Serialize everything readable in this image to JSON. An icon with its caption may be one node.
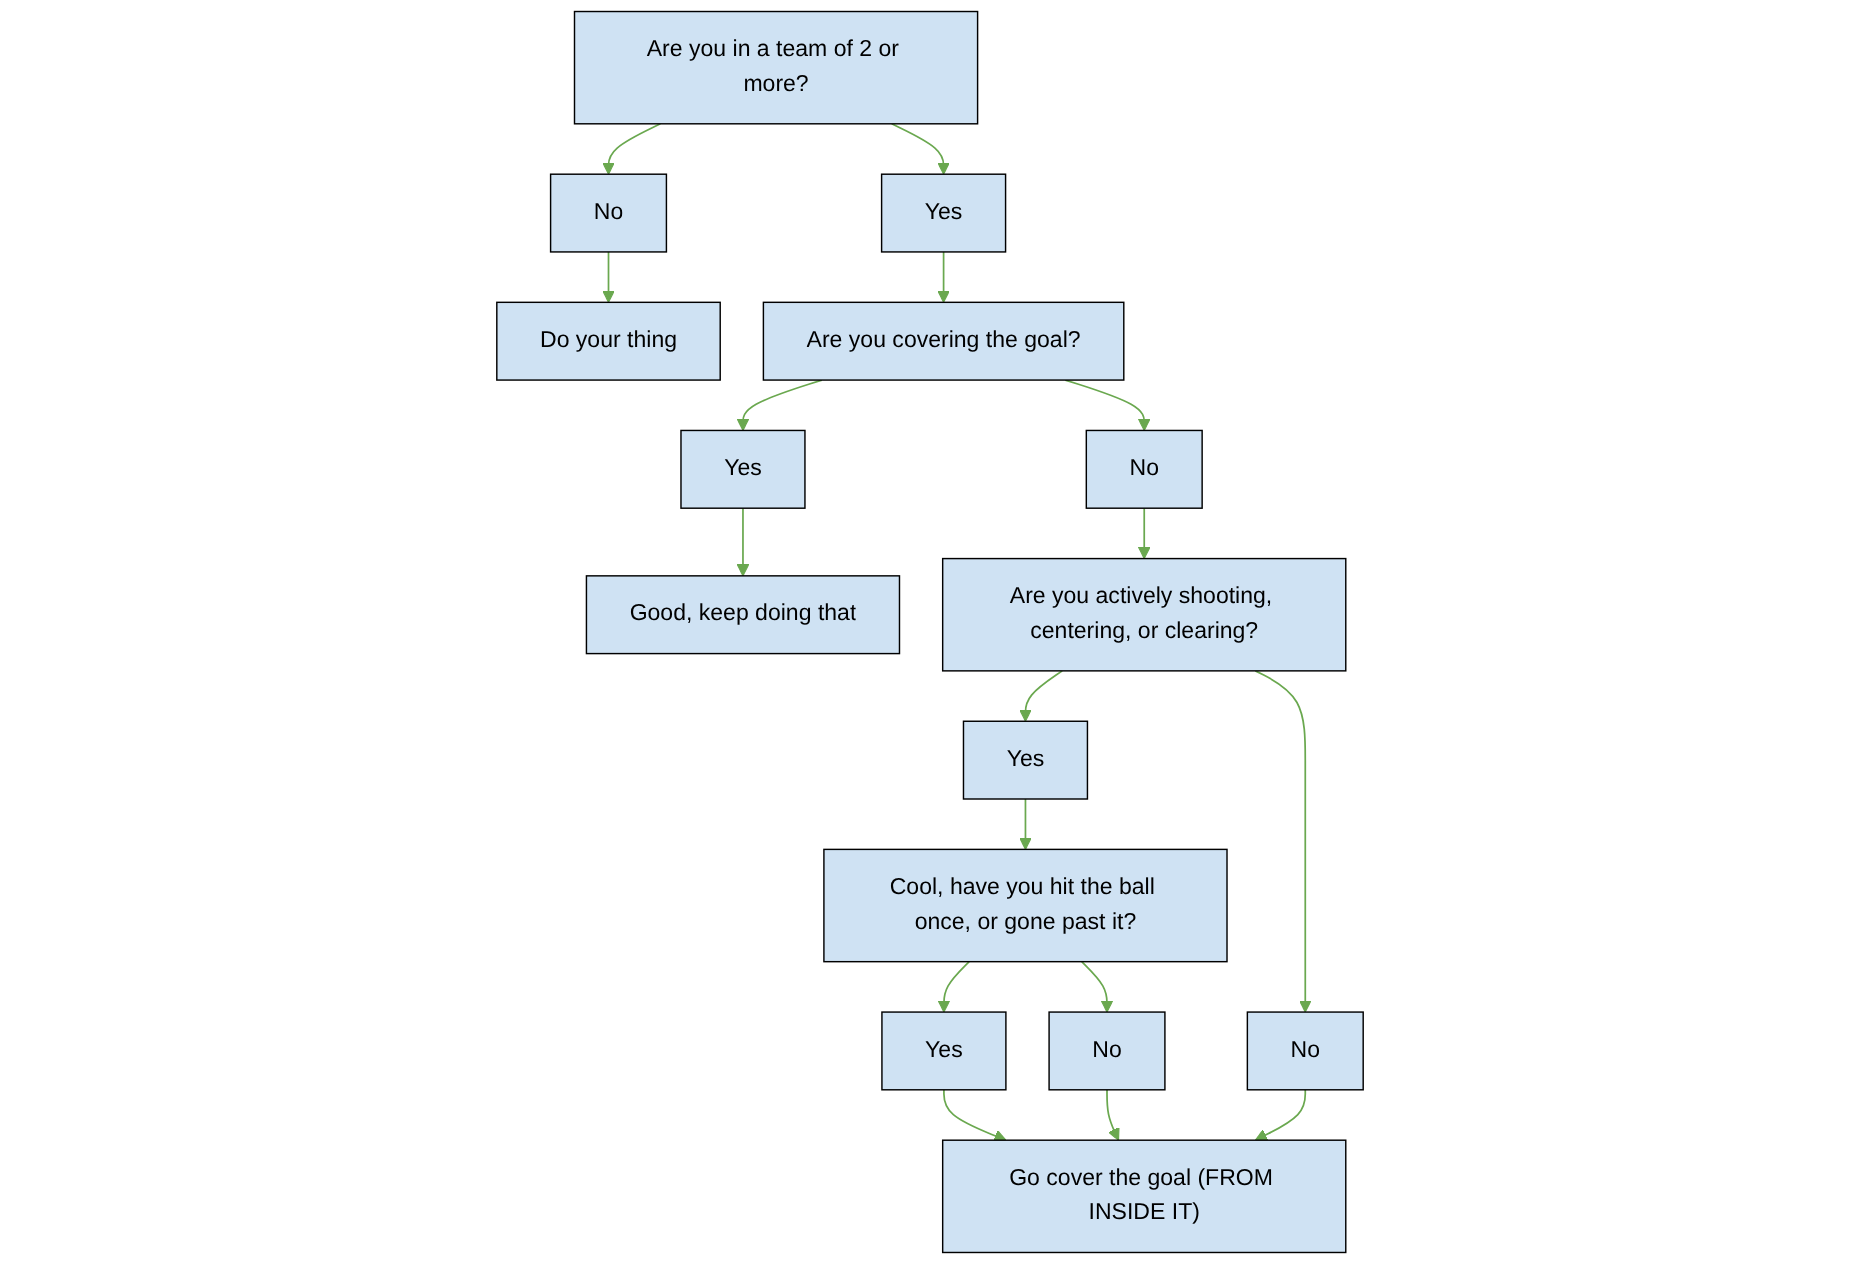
{
  "diagram": {
    "nodes": [
      {
        "text": [
          "Yes"
        ]
      },
      {
        "text": [
          "Are you in a team of 2 or more?"
        ]
      },
      {
        "text": [
          "No"
        ]
      },
      {
        "text": [
          "Do your thing"
        ]
      },
      {
        "text": [
          "Good, keep doing that"
        ]
      },
      {
        "text": [
          "Yes"
        ]
      },
      {
        "text": [
          "Are you covering the goal?"
        ]
      },
      {
        "text": [
          "No"
        ]
      },
      {
        "text": [
          "Yes"
        ]
      },
      {
        "text": [
          "Are you actively shooting, centering, or clearing?"
        ]
      },
      {
        "text": [
          "No"
        ]
      },
      {
        "text": [
          "Yes"
        ]
      },
      {
        "text": [
          "Cool, have you hit the ball once, or gone past it?"
        ]
      },
      {
        "text": [
          "No"
        ]
      },
      {
        "text": [
          "Go cover the goal (FROM INSIDE IT)"
        ]
      }
    ],
    "edges": [
      {
        "from": 1,
        "to": 0,
        "arrow": "to"
      },
      {
        "from": 1,
        "to": 2,
        "arrow": "to"
      },
      {
        "from": 2,
        "to": 3,
        "arrow": "to"
      },
      {
        "from": 0,
        "to": 6,
        "arrow": "to"
      },
      {
        "from": 6,
        "to": 5,
        "arrow": "to"
      },
      {
        "from": 5,
        "to": 4,
        "arrow": "to"
      },
      {
        "from": 6,
        "to": 7,
        "arrow": "to"
      },
      {
        "from": 7,
        "to": 9,
        "arrow": "to"
      },
      {
        "from": 9,
        "to": 8,
        "arrow": "to"
      },
      {
        "from": 9,
        "to": 10,
        "arrow": "to"
      },
      {
        "from": 8,
        "to": 12,
        "arrow": "to"
      },
      {
        "from": 12,
        "to": 11,
        "arrow": "to"
      },
      {
        "from": 12,
        "to": 13,
        "arrow": "to"
      },
      {
        "from": 11,
        "to": 14,
        "arrow": "to"
      },
      {
        "from": 13,
        "to": 14,
        "arrow": "to"
      },
      {
        "from": 10,
        "to": 14,
        "arrow": "to"
      }
    ]
  }
}
